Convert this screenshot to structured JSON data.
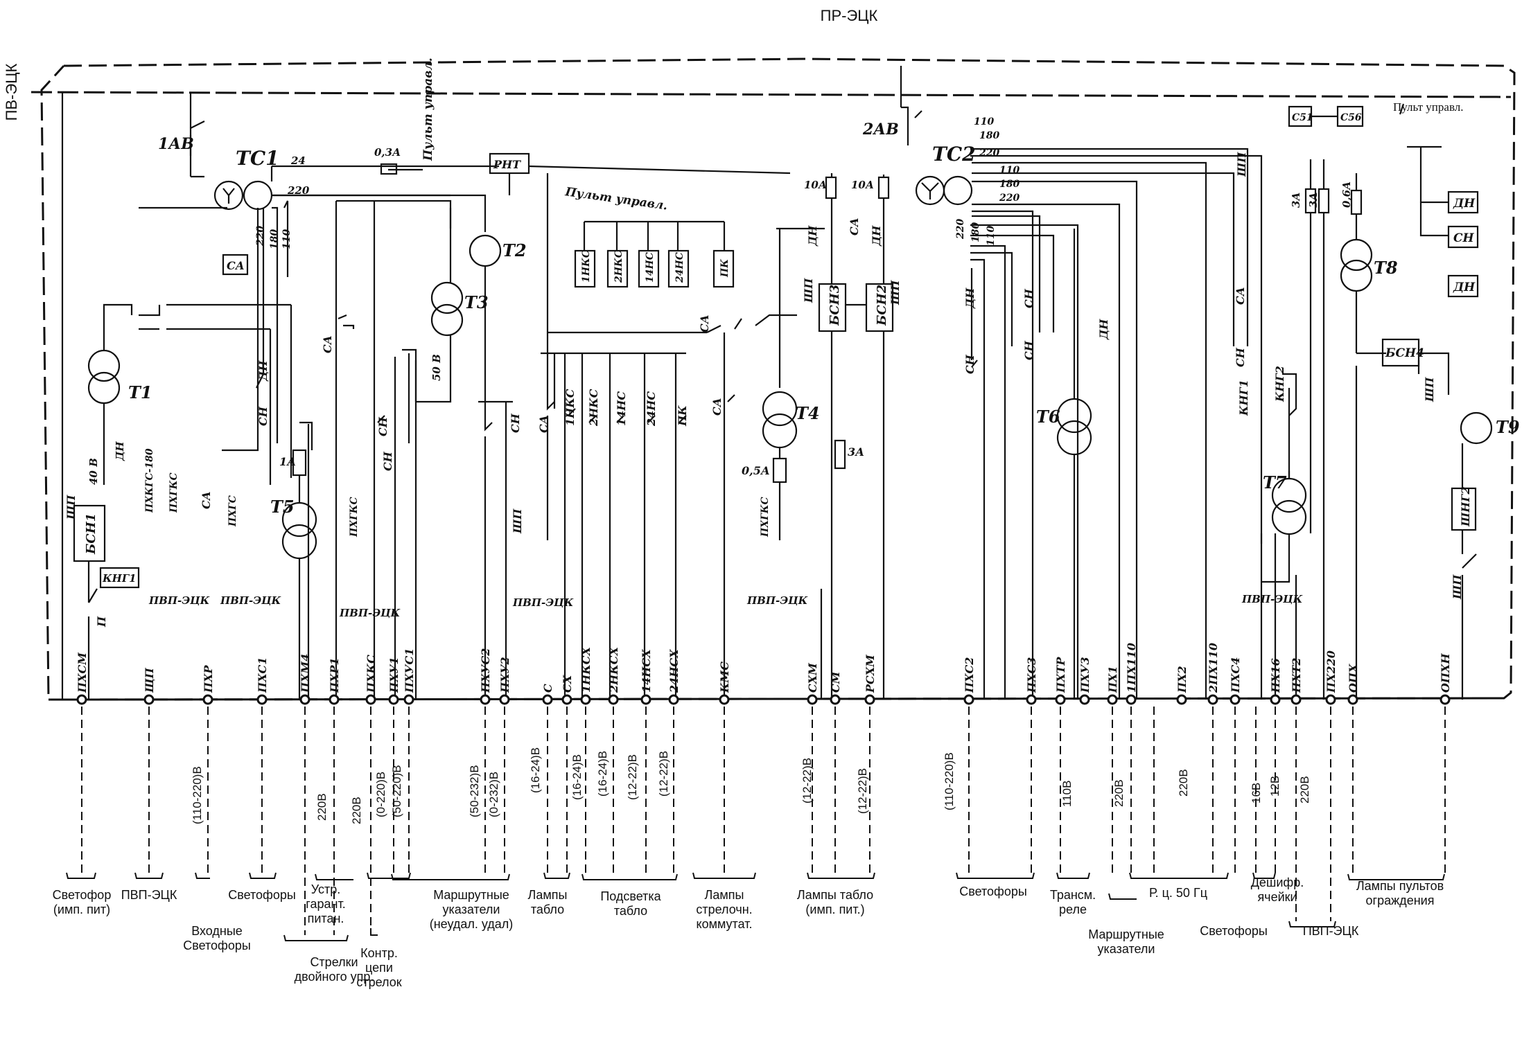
{
  "diagram": {
    "top_label": "ПР-ЭЦК",
    "left_label": "ПВ-ЭЦК",
    "breakers": [
      "1АВ",
      "2АВ"
    ],
    "transformers_supply": [
      "ТС1",
      "ТС2"
    ],
    "transformers": [
      "Т1",
      "Т2",
      "Т3",
      "Т4",
      "Т5",
      "Т6",
      "Т7",
      "Т8",
      "Т9"
    ],
    "relay_boxes": [
      "РНТ",
      "БСН1",
      "БСН2",
      "БСН3",
      "БСН4"
    ],
    "small_boxes": [
      "СА",
      "КНГ1",
      "ШНГ2",
      "С51",
      "С56"
    ],
    "switch_panel_boxes": [
      "1НКС",
      "2НКС",
      "14НС",
      "24НС",
      "ПК"
    ],
    "right_boxes": [
      "ДН",
      "СН",
      "ДН"
    ],
    "pult_labels": [
      "Пульт управл.",
      "Пульт управл.",
      "Пульт управл."
    ],
    "fuses": [
      "0,3А",
      "10А",
      "10А",
      "1А",
      "3А",
      "0,5А",
      "3А",
      "3А",
      "0,6А"
    ],
    "voltages_tc1": [
      "24",
      "220",
      "220",
      "180",
      "110"
    ],
    "voltages_tc2": [
      "110",
      "180",
      "220",
      "110",
      "180",
      "220",
      "220",
      "180",
      "110"
    ],
    "t1_labels": [
      "40 В",
      "ДН"
    ],
    "t3_label": "50 В",
    "contacts": [
      "СА",
      "ДН",
      "СН",
      "СН",
      "СА",
      "СН",
      "СН",
      "СА",
      "1НКС",
      "2НКС",
      "14НС",
      "24НС",
      "ПК",
      "СА",
      "СА",
      "ДН",
      "СА",
      "ДН",
      "СН",
      "ДН",
      "СН",
      "СН",
      "ДН",
      "СН",
      "СА",
      "КНГ2",
      "ШП",
      "ШП",
      "ШП",
      "ШП",
      "ШП",
      "ШП",
      "ШП",
      "П",
      "КНГ1"
    ],
    "wires": [
      "ПХКГС-180",
      "ПХГКС",
      "ПХГС",
      "ПХГКС",
      "ПХГКС"
    ],
    "pvp_labels": [
      "ПВП-ЭЦК",
      "ПВП-ЭЦК",
      "ПВП-ЭЦК",
      "ПВП-ЭЦК",
      "ПВП-ЭЦК",
      "ПВП-ЭЦК"
    ],
    "terminals": [
      "ПХСМ",
      "ЩП",
      "ПХР",
      "ПХС1",
      "ПХМ4",
      "ПХР1",
      "ПХКС",
      "ПХУ1",
      "ПХУС1",
      "ПХУС2",
      "ПХУ2",
      "С",
      "СХ",
      "1НКСХ",
      "2НКСХ",
      "14НСХ",
      "24НСХ",
      "КМС",
      "СХМ",
      "СМ",
      "РСХМ",
      "ПХС2",
      "ПХС3",
      "ПХТР",
      "ПХУ3",
      "ПХ1",
      "1ПХ110",
      "ПХ2",
      "2ПХ110",
      "ПХС4",
      "ПХ16",
      "ПХТ2",
      "ПХ220",
      "ОПХ",
      "ОПХН"
    ],
    "voltage_labels": [
      "(110-220)В",
      "220В",
      "220В",
      "(0-220)В",
      "(50-220)В",
      "(50-232)В",
      "(0-232)В",
      "(16-24)В",
      "(16-24)В",
      "(16-24)В",
      "(12-22)В",
      "(12-22)В",
      "(12-22)В",
      "(12-22)В",
      "(110-220)В",
      "110В",
      "220В",
      "220В",
      "16В",
      "12В",
      "220В"
    ],
    "groups": [
      "Светофор\n(имп. пит)",
      "ПВП-ЭЦК",
      "Светофоры",
      "Входные\nСветофоры",
      "Устр.\nгарант.\nпитан.",
      "Стрелки\nдвойного упр.",
      "Контр.\nцепи\nстрелок",
      "Маршрутные\nуказатели\n(неудал. удал)",
      "Лампы\nтабло",
      "Подсветка\nтабло",
      "Лампы\nстрелочн.\nкоммутат.",
      "Лампы табло\n(имп. пит.)",
      "Светофоры",
      "Трансм.\nреле",
      "Маршрутные\nуказатели",
      "Р. ц. 50 Гц",
      "Дешифр.\nячейки",
      "Светофоры",
      "ПВП-ЭЦК",
      "Лампы пультов\nограждения"
    ]
  }
}
